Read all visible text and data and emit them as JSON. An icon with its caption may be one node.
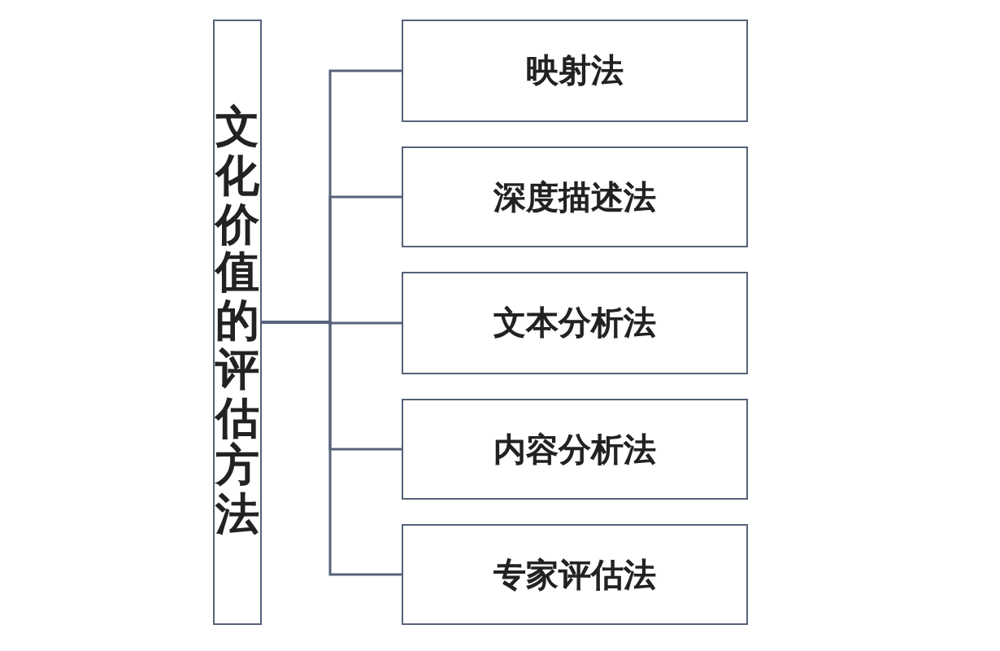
{
  "diagram": {
    "nodes": [
      {
        "text": [
          "文化价值的评估方法"
        ]
      },
      {
        "text": [
          "映射法"
        ]
      },
      {
        "text": [
          "深度描述法"
        ]
      },
      {
        "text": [
          "文本分析法"
        ]
      },
      {
        "text": [
          "内容分析法"
        ]
      },
      {
        "text": [
          "专家评估法"
        ]
      }
    ],
    "edges": [
      {
        "from": 0,
        "to": 1,
        "arrow": "none"
      },
      {
        "from": 0,
        "to": 2,
        "arrow": "none"
      },
      {
        "from": 0,
        "to": 3,
        "arrow": "none"
      },
      {
        "from": 0,
        "to": 4,
        "arrow": "none"
      },
      {
        "from": 0,
        "to": 5,
        "arrow": "none"
      }
    ]
  }
}
